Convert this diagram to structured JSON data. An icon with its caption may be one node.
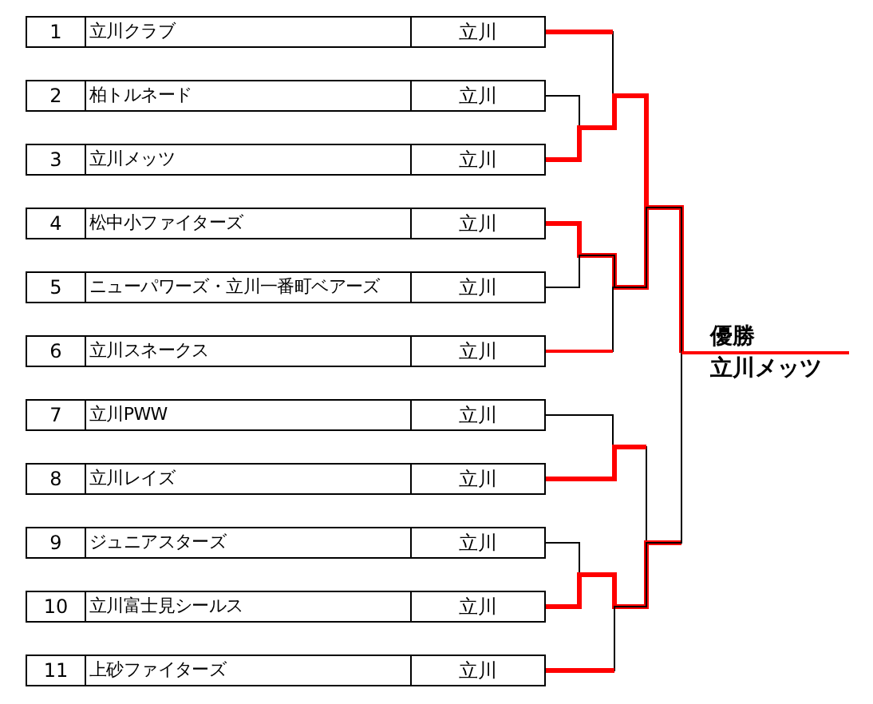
{
  "diagram": {
    "nodes": [
      {
        "text": [
          "1",
          "立川クラブ",
          "立川"
        ]
      },
      {
        "text": [
          "2",
          "柏トルネード",
          "立川"
        ]
      },
      {
        "text": [
          "3",
          "立川メッツ",
          "立川"
        ]
      },
      {
        "text": [
          "4",
          "松中小ファイターズ",
          "立川"
        ]
      },
      {
        "text": [
          "5",
          "ニューパワーズ・立川一番町ベアーズ",
          "立川"
        ]
      },
      {
        "text": [
          "6",
          "立川スネークス",
          "立川"
        ]
      },
      {
        "text": [
          "7",
          "立川PWW",
          "立川"
        ]
      },
      {
        "text": [
          "8",
          "立川レイズ",
          "立川"
        ]
      },
      {
        "text": [
          "9",
          "ジュニアスターズ",
          "立川"
        ]
      },
      {
        "text": [
          "10",
          "立川富士見シールス",
          "立川"
        ]
      },
      {
        "text": [
          "11",
          "上砂ファイターズ",
          "立川"
        ]
      },
      {
        "text": [
          "優勝",
          "立川メッツ"
        ]
      }
    ],
    "edges": [
      {
        "from": 0,
        "to": 11,
        "arrow": "none"
      },
      {
        "from": 1,
        "to": 11,
        "arrow": "none"
      },
      {
        "from": 2,
        "to": 11,
        "arrow": "none",
        "style": "thick",
        "color": "#ff0000"
      },
      {
        "from": 3,
        "to": 11,
        "arrow": "none"
      },
      {
        "from": 4,
        "to": 11,
        "arrow": "none"
      },
      {
        "from": 5,
        "to": 11,
        "arrow": "none"
      },
      {
        "from": 6,
        "to": 11,
        "arrow": "none"
      },
      {
        "from": 7,
        "to": 11,
        "arrow": "none"
      },
      {
        "from": 8,
        "to": 11,
        "arrow": "none"
      },
      {
        "from": 9,
        "to": 11,
        "arrow": "none"
      },
      {
        "from": 10,
        "to": 11,
        "arrow": "none"
      }
    ]
  }
}
